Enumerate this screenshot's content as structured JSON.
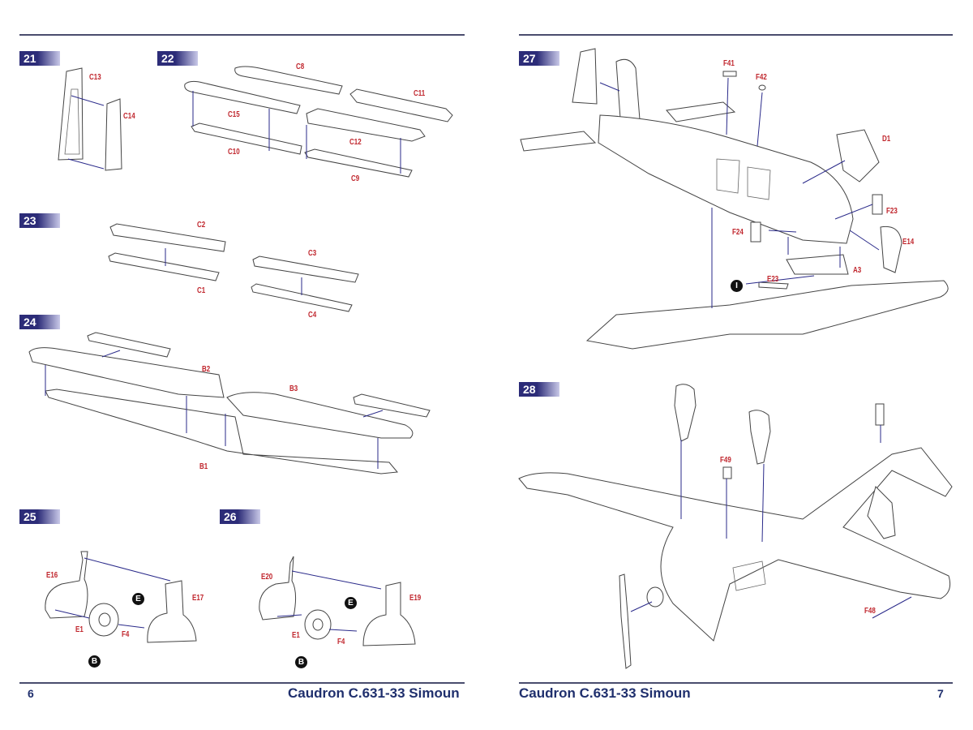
{
  "left_page": {
    "number": "6",
    "title": "Caudron C.631-33 Simoun",
    "steps": [
      {
        "id": "21",
        "parts": [
          "C13",
          "C14"
        ]
      },
      {
        "id": "22",
        "parts": [
          "C8",
          "C11",
          "C15",
          "C10",
          "C12",
          "C9"
        ]
      },
      {
        "id": "23",
        "parts": [
          "C2",
          "C1",
          "C3",
          "C4"
        ]
      },
      {
        "id": "24",
        "parts": [
          "B2",
          "B3",
          "B1"
        ]
      },
      {
        "id": "25",
        "parts": [
          "E16",
          "E17",
          "E1",
          "F4"
        ],
        "callouts": [
          "E",
          "B"
        ]
      },
      {
        "id": "26",
        "parts": [
          "E20",
          "E19",
          "E1",
          "F4"
        ],
        "callouts": [
          "E",
          "B"
        ]
      }
    ]
  },
  "right_page": {
    "number": "7",
    "title": "Caudron C.631-33 Simoun",
    "steps": [
      {
        "id": "27",
        "parts": [
          "F41",
          "F42",
          "D1",
          "F23",
          "F24",
          "E14",
          "E23",
          "A3"
        ],
        "callouts": [
          "I"
        ]
      },
      {
        "id": "28",
        "parts": [
          "F49",
          "F48"
        ]
      }
    ]
  },
  "arrow_color": "#2a2a8a",
  "label_color": "#c0262d",
  "header_color": "#2c2c78"
}
